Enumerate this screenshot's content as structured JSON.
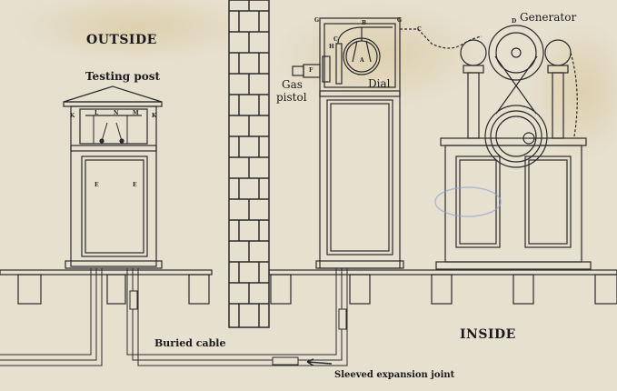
{
  "labels": {
    "outside": "OUTSIDE",
    "testing_post": "Testing post",
    "gas_pistol_line1": "Gas",
    "gas_pistol_line2": "pistol",
    "dial": "Dial",
    "generator": "Generator",
    "buried_cable": "Buried cable",
    "inside": "INSIDE",
    "expansion_joint": "Sleeved expansion joint"
  },
  "letters": {
    "k": "K",
    "l": "L",
    "n": "N",
    "m": "M",
    "e": "E",
    "g": "G",
    "b": "B",
    "c": "C",
    "h": "H",
    "f": "F",
    "a": "A",
    "d": "D"
  },
  "colors": {
    "paper": "#e6e0cf",
    "ink": "#2a2a2a",
    "stamp": "#8fa0c8"
  }
}
